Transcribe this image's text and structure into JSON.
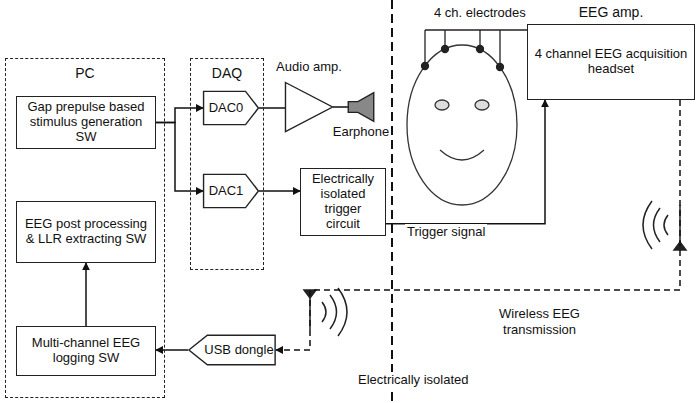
{
  "diagram": {
    "nodes": [
      {
        "text": [
          "PC"
        ]
      },
      {
        "text": [
          "Gap prepulse based stimulus generation SW"
        ],
        "in": 0
      },
      {
        "text": [
          "EEG post processing & LLR extracting SW"
        ],
        "in": 0
      },
      {
        "text": [
          "Multi-channel EEG logging SW"
        ],
        "in": 0
      },
      {
        "text": [
          "DAQ"
        ]
      },
      {
        "text": [
          "DAC0"
        ],
        "in": 4
      },
      {
        "text": [
          "DAC1"
        ],
        "in": 4
      },
      {
        "text": [
          "Audio amp."
        ]
      },
      {
        "text": [
          "Electrically isolated trigger circuit"
        ]
      },
      {
        "text": [
          "Earphone"
        ]
      },
      {
        "text": [
          "USB dongle"
        ]
      },
      {
        "text": [
          "EEG amp.",
          "4 channel EEG acquisition headset"
        ]
      }
    ],
    "edges": [
      {
        "from": 1,
        "to": 5,
        "arrow": "to"
      },
      {
        "from": 1,
        "to": 6,
        "arrow": "to"
      },
      {
        "from": 5,
        "to": 7,
        "arrow": "none"
      },
      {
        "from": 7,
        "to": 9,
        "arrow": "none"
      },
      {
        "from": 6,
        "to": 8,
        "arrow": "to"
      },
      {
        "from": 8,
        "to": 11,
        "label": "Trigger signal",
        "arrow": "to"
      },
      {
        "from": 11,
        "to": 10,
        "label": "Wireless EEG transmission",
        "arrow": "to"
      },
      {
        "from": 10,
        "to": 3,
        "arrow": "to"
      },
      {
        "from": 3,
        "to": 2,
        "arrow": "to"
      }
    ],
    "labels": [
      "4 ch. electrodes",
      "Electrically isolated"
    ]
  }
}
